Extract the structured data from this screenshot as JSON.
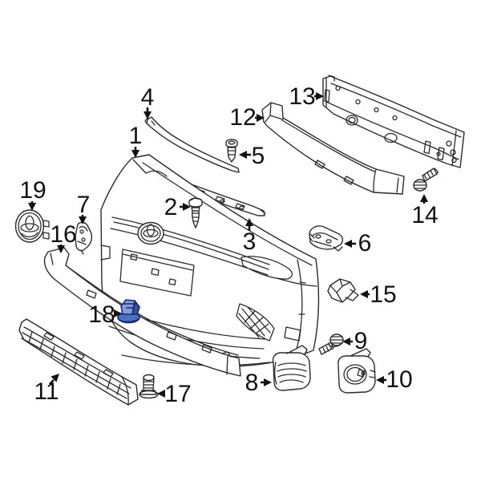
{
  "diagram": {
    "background_color": "#ffffff",
    "art_line_color": "#2b2b2b",
    "label_color": "#111111",
    "selected_callout": "18",
    "highlight": {
      "fill": "#4e70c2",
      "light": "#849bd8",
      "dark": "#35519f",
      "outline": "#1b2a70"
    },
    "callouts": [
      {
        "label": "1"
      },
      {
        "label": "2"
      },
      {
        "label": "3"
      },
      {
        "label": "4"
      },
      {
        "label": "5"
      },
      {
        "label": "6"
      },
      {
        "label": "7"
      },
      {
        "label": "8"
      },
      {
        "label": "9"
      },
      {
        "label": "10"
      },
      {
        "label": "11"
      },
      {
        "label": "12"
      },
      {
        "label": "13"
      },
      {
        "label": "14"
      },
      {
        "label": "15"
      },
      {
        "label": "16"
      },
      {
        "label": "17"
      },
      {
        "label": "18"
      },
      {
        "label": "19"
      }
    ]
  }
}
